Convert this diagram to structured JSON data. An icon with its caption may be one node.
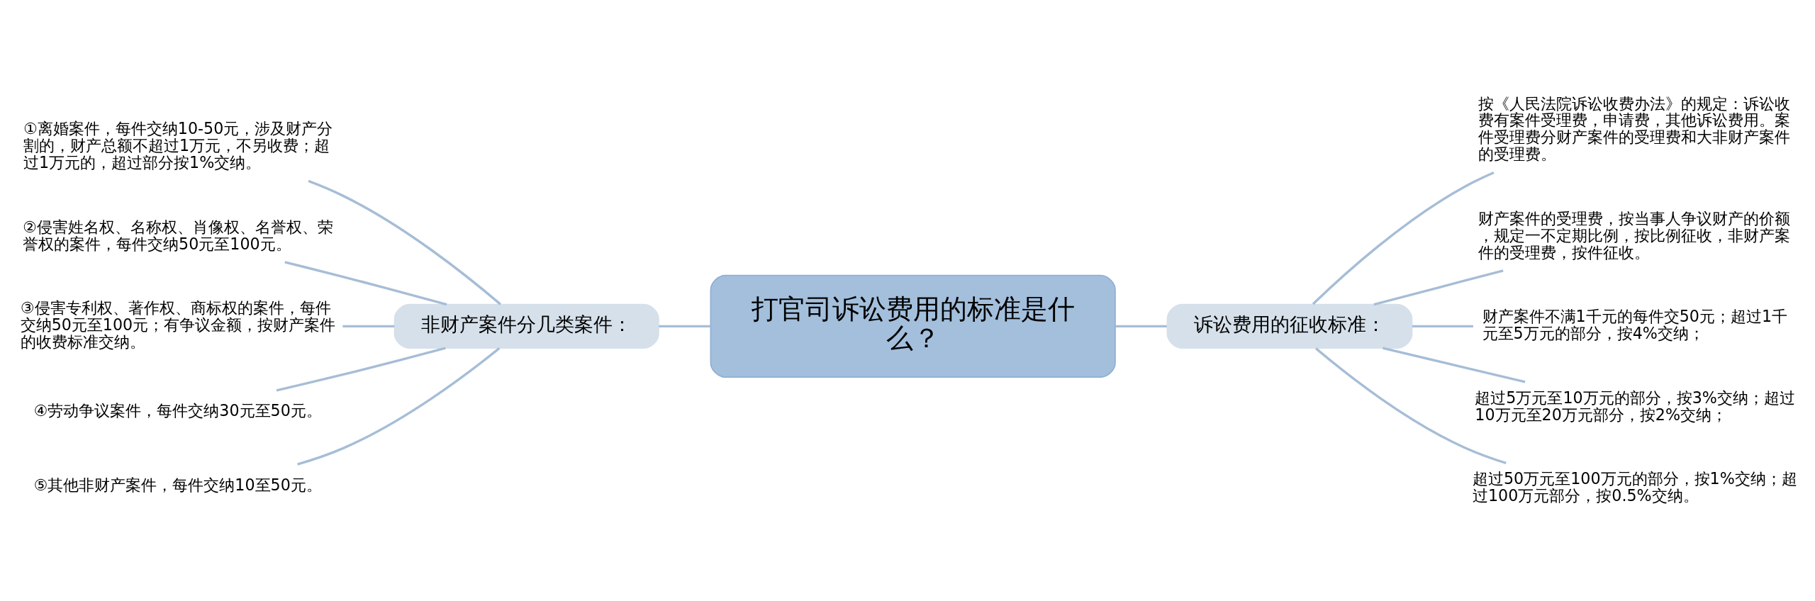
{
  "diagram": {
    "nodes": [
      {
        "text": [
          "打官司诉讼费用的标准是什么？"
        ]
      },
      {
        "text": [
          "非财产案件分几类案件："
        ]
      },
      {
        "text": [
          "诉讼费用的征收标准："
        ]
      },
      {
        "text": [
          "①离婚案件，每件交纳10-50元，涉及财产分割的，财产总额不超过1万元，不另收费；超过1万元的，超过部分按1%交纳。"
        ]
      },
      {
        "text": [
          "②侵害姓名权、名称权、肖像权、名誉权、荣誉权的案件，每件交纳50元至100元。"
        ]
      },
      {
        "text": [
          "③侵害专利权、著作权、商标权的案件，每件交纳50元至100元；有争议金额，按财产案件的收费标准交纳。"
        ]
      },
      {
        "text": [
          "④劳动争议案件，每件交纳30元至50元。"
        ]
      },
      {
        "text": [
          "⑤其他非财产案件，每件交纳10至50元。"
        ]
      },
      {
        "text": [
          "按《人民法院诉讼收费办法》的规定：诉讼收费有案件受理费，申请费，其他诉讼费用。案件受理费分财产案件的受理费和大非财产案件的受理费。"
        ]
      },
      {
        "text": [
          "财产案件的受理费，按当事人争议财产的价额，规定一不定期比例，按比例征收，非财产案件的受理费，按件征收。"
        ]
      },
      {
        "text": [
          "财产案件不满1千元的每件交50元；超过1千元至5万元的部分，按4%交纳；"
        ]
      },
      {
        "text": [
          "超过5万元至10万元的部分，按3%交纳；超过10万元至20万元部分，按2%交纳；"
        ]
      },
      {
        "text": [
          "超过50万元至100万元的部分，按1%交纳；超过100万元部分，按0.5%交纳。"
        ]
      }
    ],
    "edges": [
      {
        "from": 3,
        "to": 1,
        "arrow": "none"
      },
      {
        "from": 4,
        "to": 1,
        "arrow": "none"
      },
      {
        "from": 5,
        "to": 1,
        "arrow": "none"
      },
      {
        "from": 6,
        "to": 1,
        "arrow": "none"
      },
      {
        "from": 7,
        "to": 1,
        "arrow": "none"
      },
      {
        "from": 1,
        "to": 0,
        "arrow": "none"
      },
      {
        "from": 0,
        "to": 2,
        "arrow": "none"
      },
      {
        "from": 2,
        "to": 8,
        "arrow": "none"
      },
      {
        "from": 2,
        "to": 9,
        "arrow": "none"
      },
      {
        "from": 2,
        "to": 10,
        "arrow": "none"
      },
      {
        "from": 2,
        "to": 11,
        "arrow": "none"
      },
      {
        "from": 2,
        "to": 12,
        "arrow": "none"
      }
    ]
  }
}
